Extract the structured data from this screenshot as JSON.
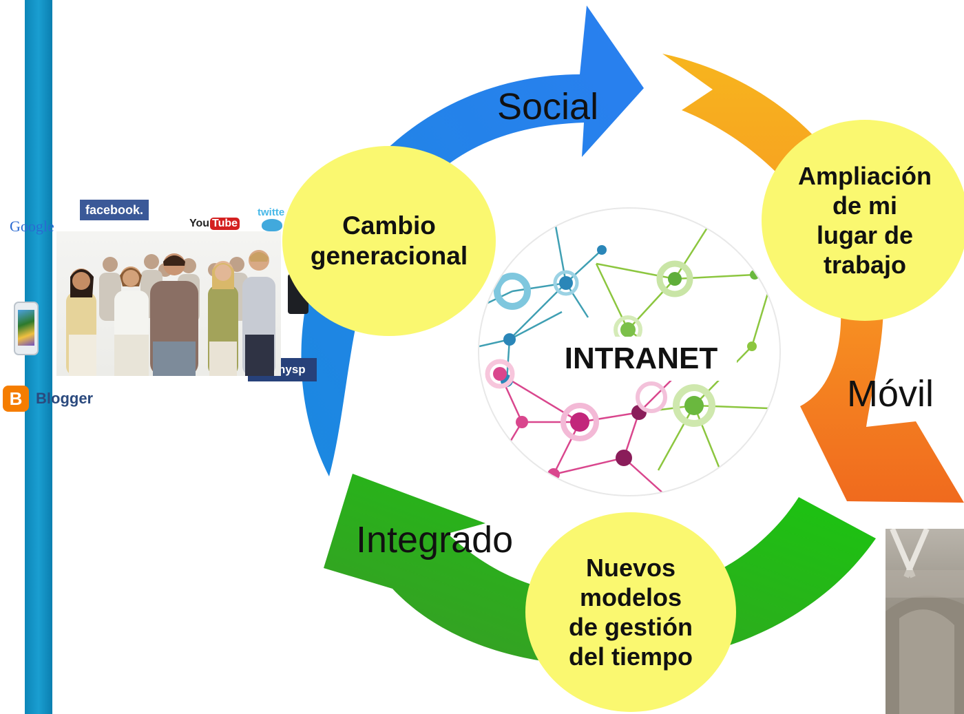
{
  "center_label": "INTRANET",
  "arrows": {
    "social": "Social",
    "movil": "Móvil",
    "integrado": "Integrado"
  },
  "bubbles": {
    "cambio": [
      "Cambio",
      "generacional"
    ],
    "ampliacion": [
      "Ampliación",
      "de mi",
      "lugar de",
      "trabajo"
    ],
    "nuevos": [
      "Nuevos",
      "modelos",
      "de gestión",
      "del tiempo"
    ]
  },
  "logos": {
    "google": "Google",
    "facebook": "facebook.",
    "youtube_you": "You",
    "youtube_tube": "Tube",
    "twitter": "twitte",
    "myspace": "nysp",
    "blogger": "Blogger",
    "blogger_icon": "B"
  },
  "colors": {
    "social_arrow": "#1a8ae6",
    "movil_arrow": "#f5a21a",
    "integrado_arrow": "#2e9e1f",
    "bubble_fill": "#faf870",
    "slide_bar": "#1a9ed1"
  }
}
